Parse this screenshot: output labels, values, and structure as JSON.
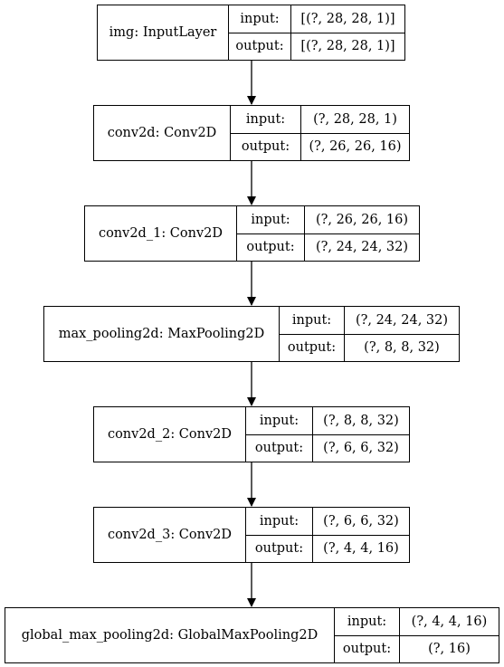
{
  "diagram": {
    "nodes": [
      {
        "id": "img",
        "label": "img: InputLayer",
        "input_label": "input:",
        "output_label": "output:",
        "input_shape": "[(?, 28, 28, 1)]",
        "output_shape": "[(?, 28, 28, 1)]"
      },
      {
        "id": "conv2d",
        "label": "conv2d: Conv2D",
        "input_label": "input:",
        "output_label": "output:",
        "input_shape": "(?, 28, 28, 1)",
        "output_shape": "(?, 26, 26, 16)"
      },
      {
        "id": "conv2d_1",
        "label": "conv2d_1: Conv2D",
        "input_label": "input:",
        "output_label": "output:",
        "input_shape": "(?, 26, 26, 16)",
        "output_shape": "(?, 24, 24, 32)"
      },
      {
        "id": "max_pooling2d",
        "label": "max_pooling2d: MaxPooling2D",
        "input_label": "input:",
        "output_label": "output:",
        "input_shape": "(?, 24, 24, 32)",
        "output_shape": "(?, 8, 8, 32)"
      },
      {
        "id": "conv2d_2",
        "label": "conv2d_2: Conv2D",
        "input_label": "input:",
        "output_label": "output:",
        "input_shape": "(?, 8, 8, 32)",
        "output_shape": "(?, 6, 6, 32)"
      },
      {
        "id": "conv2d_3",
        "label": "conv2d_3: Conv2D",
        "input_label": "input:",
        "output_label": "output:",
        "input_shape": "(?, 6, 6, 32)",
        "output_shape": "(?, 4, 4, 16)"
      },
      {
        "id": "global_max_pooling2d",
        "label": "global_max_pooling2d: GlobalMaxPooling2D",
        "input_label": "input:",
        "output_label": "output:",
        "input_shape": "(?, 4, 4, 16)",
        "output_shape": "(?, 16)"
      }
    ],
    "edges": [
      [
        "img",
        "conv2d"
      ],
      [
        "conv2d",
        "conv2d_1"
      ],
      [
        "conv2d_1",
        "max_pooling2d"
      ],
      [
        "max_pooling2d",
        "conv2d_2"
      ],
      [
        "conv2d_2",
        "conv2d_3"
      ],
      [
        "conv2d_3",
        "global_max_pooling2d"
      ]
    ]
  }
}
